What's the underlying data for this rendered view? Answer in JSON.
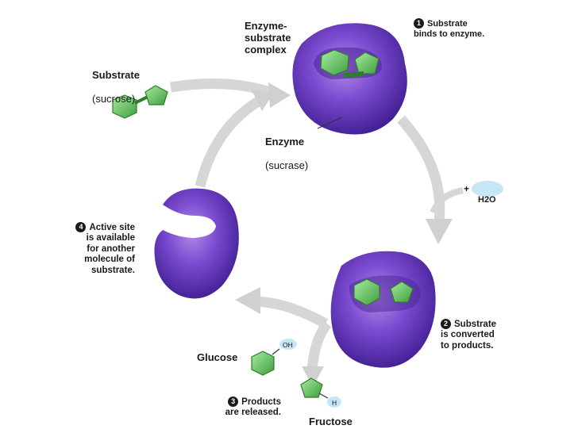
{
  "labels": {
    "step1_number": "1",
    "step1_text": "Substrate\nbinds to enzyme.",
    "complex": "Enzyme-\nsubstrate\ncomplex",
    "substrate_title": "Substrate",
    "substrate_sub": "(sucrose)",
    "enzyme_title": "Enzyme",
    "enzyme_sub": "(sucrase)",
    "water_plus": "+",
    "water": "H2O",
    "step4_number": "4",
    "step4_text": "Active site\nis available\nfor another\nmolecule of\nsubstrate.",
    "step2_number": "2",
    "step2_text": "Substrate\nis converted\nto products.",
    "glucose": "Glucose",
    "glucose_group": "OH",
    "step3_number": "3",
    "step3_text": "Products\nare released.",
    "fructose": "Fructose",
    "fructose_group": "H"
  },
  "colors": {
    "enzyme": "#6a3fc4",
    "enzyme_dark": "#3a1a8a",
    "substrate": "#5cc85c",
    "arrow": "#d3d3d3",
    "water_bubble": "#bfe4f4"
  }
}
